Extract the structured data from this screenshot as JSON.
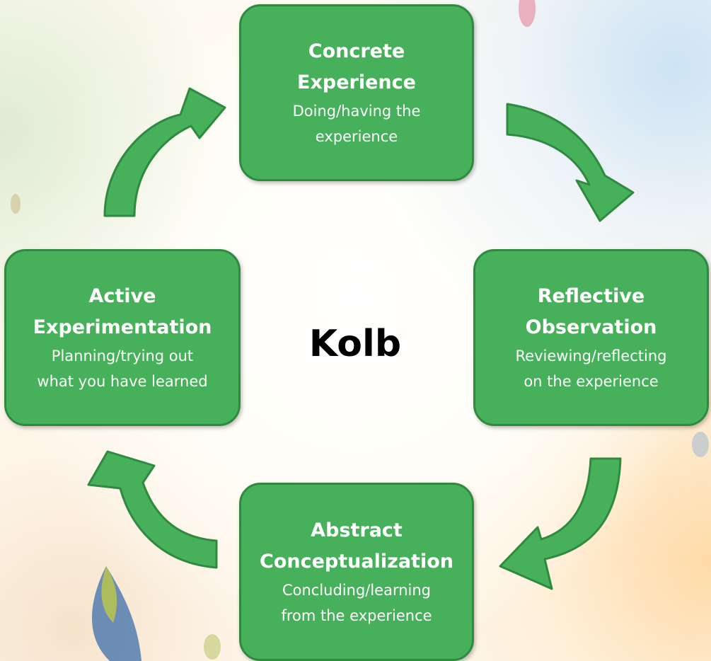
{
  "center_label": "Kolb",
  "stages": {
    "concrete": {
      "title_line1": "Concrete",
      "title_line2": "Experience",
      "desc_line1": "Doing/having the",
      "desc_line2": "experience"
    },
    "reflective": {
      "title_line1": "Reflective",
      "title_line2": "Observation",
      "desc_line1": "Reviewing/reflecting",
      "desc_line2": "on the experience"
    },
    "abstract": {
      "title_line1": "Abstract",
      "title_line2": "Conceptualization",
      "desc_line1": "Concluding/learning",
      "desc_line2": "from the experience"
    },
    "active": {
      "title_line1": "Active",
      "title_line2": "Experimentation",
      "desc_line1": "Planning/trying out",
      "desc_line2": "what you have learned"
    }
  },
  "colors": {
    "box_fill": "#46b15a",
    "box_border": "#2f8a40",
    "text": "#ffffff"
  }
}
